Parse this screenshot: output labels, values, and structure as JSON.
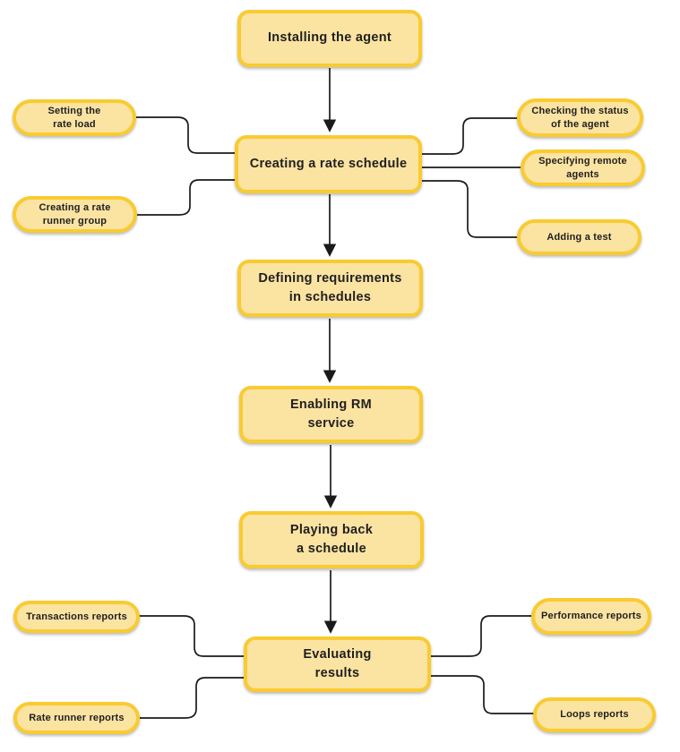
{
  "diagram": {
    "type": "flowchart",
    "colors": {
      "node_fill": "#FBE3A2",
      "node_border": "#F9CB30",
      "connector": "#1a1a1a",
      "text": "#1f1f1f"
    },
    "main_flow": [
      {
        "id": "installing-the-agent",
        "label": "Installing the agent"
      },
      {
        "id": "creating-a-rate-schedule",
        "label": "Creating a rate schedule"
      },
      {
        "id": "defining-requirements-in-schedules",
        "label": "Defining requirements\nin schedules"
      },
      {
        "id": "enabling-rm-service",
        "label": "Enabling RM\nservice"
      },
      {
        "id": "playing-back-a-schedule",
        "label": "Playing back\na schedule"
      },
      {
        "id": "evaluating-results",
        "label": "Evaluating\nresults"
      }
    ],
    "satellites": [
      {
        "id": "setting-the-rate-load",
        "label": "Setting the\nrate load",
        "attached_to": "creating-a-rate-schedule",
        "side": "left"
      },
      {
        "id": "creating-a-rate-runner-group",
        "label": "Creating a rate\nrunner group",
        "attached_to": "creating-a-rate-schedule",
        "side": "left"
      },
      {
        "id": "checking-the-status-of-the-agent",
        "label": "Checking the status\nof the agent",
        "attached_to": "creating-a-rate-schedule",
        "side": "right"
      },
      {
        "id": "specifying-remote-agents",
        "label": "Specifying remote\nagents",
        "attached_to": "creating-a-rate-schedule",
        "side": "right"
      },
      {
        "id": "adding-a-test",
        "label": "Adding a test",
        "attached_to": "creating-a-rate-schedule",
        "side": "right"
      },
      {
        "id": "transactions-reports",
        "label": "Transactions reports",
        "attached_to": "evaluating-results",
        "side": "left"
      },
      {
        "id": "rate-runner-reports",
        "label": "Rate runner reports",
        "attached_to": "evaluating-results",
        "side": "left"
      },
      {
        "id": "performance-reports",
        "label": "Performance reports",
        "attached_to": "evaluating-results",
        "side": "right"
      },
      {
        "id": "loops-reports",
        "label": "Loops reports",
        "attached_to": "evaluating-results",
        "side": "right"
      }
    ],
    "edges": [
      {
        "from": "installing-the-agent",
        "to": "creating-a-rate-schedule",
        "style": "arrow"
      },
      {
        "from": "creating-a-rate-schedule",
        "to": "defining-requirements-in-schedules",
        "style": "arrow"
      },
      {
        "from": "defining-requirements-in-schedules",
        "to": "enabling-rm-service",
        "style": "arrow"
      },
      {
        "from": "enabling-rm-service",
        "to": "playing-back-a-schedule",
        "style": "arrow"
      },
      {
        "from": "playing-back-a-schedule",
        "to": "evaluating-results",
        "style": "arrow"
      },
      {
        "from": "setting-the-rate-load",
        "to": "creating-a-rate-schedule",
        "style": "curve"
      },
      {
        "from": "creating-a-rate-runner-group",
        "to": "creating-a-rate-schedule",
        "style": "curve"
      },
      {
        "from": "creating-a-rate-schedule",
        "to": "checking-the-status-of-the-agent",
        "style": "curve"
      },
      {
        "from": "creating-a-rate-schedule",
        "to": "specifying-remote-agents",
        "style": "line"
      },
      {
        "from": "creating-a-rate-schedule",
        "to": "adding-a-test",
        "style": "curve"
      },
      {
        "from": "transactions-reports",
        "to": "evaluating-results",
        "style": "curve"
      },
      {
        "from": "rate-runner-reports",
        "to": "evaluating-results",
        "style": "curve"
      },
      {
        "from": "evaluating-results",
        "to": "performance-reports",
        "style": "curve"
      },
      {
        "from": "evaluating-results",
        "to": "loops-reports",
        "style": "curve"
      }
    ]
  }
}
